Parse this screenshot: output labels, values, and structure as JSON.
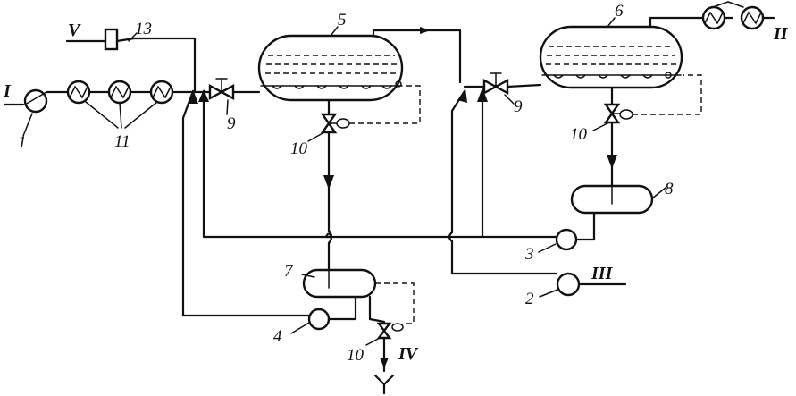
{
  "diagram": {
    "labels": {
      "n1": "1",
      "n2": "2",
      "n3": "3",
      "n4": "4",
      "n5": "5",
      "n6": "6",
      "n7": "7",
      "n8": "8",
      "n9a": "9",
      "n9b": "9",
      "n10a": "10",
      "n10b": "10",
      "n10c": "10",
      "n11": "11",
      "n13": "13"
    },
    "streams": {
      "I": "I",
      "II": "II",
      "III": "III",
      "IV": "IV",
      "V": "V"
    }
  }
}
